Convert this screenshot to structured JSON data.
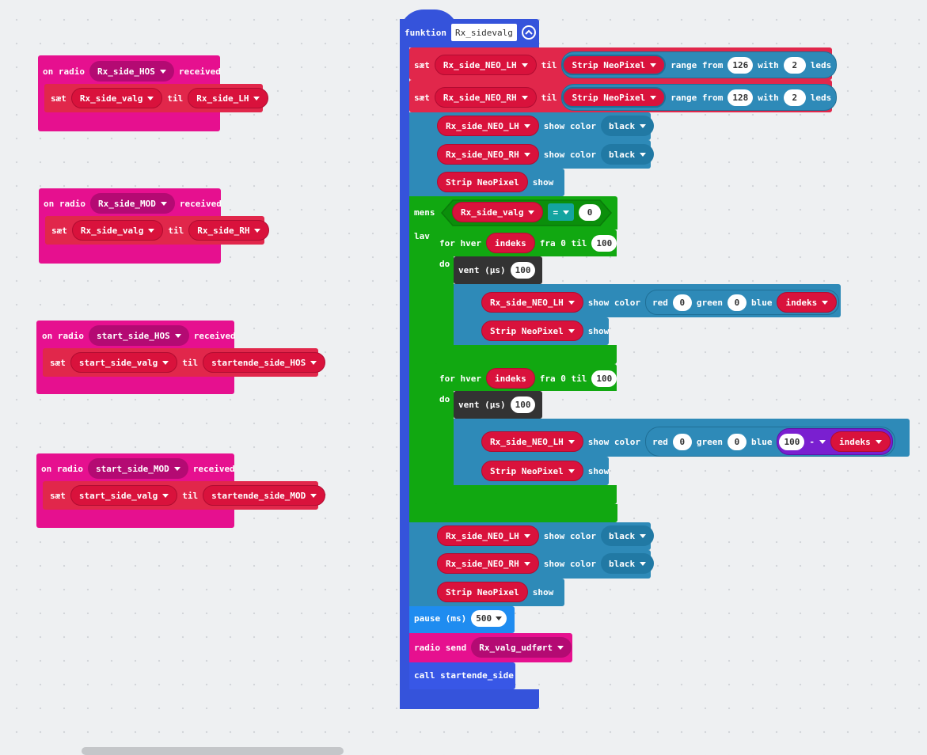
{
  "radio_blocks": [
    {
      "event_prefix": "on radio",
      "event_var": "Rx_side_HOS",
      "event_suffix": "received",
      "set_label": "sæt",
      "set_var": "Rx_side_valg",
      "to_label": "til",
      "value": "Rx_side_LH"
    },
    {
      "event_prefix": "on radio",
      "event_var": "Rx_side_MOD",
      "event_suffix": "received",
      "set_label": "sæt",
      "set_var": "Rx_side_valg",
      "to_label": "til",
      "value": "Rx_side_RH"
    },
    {
      "event_prefix": "on radio",
      "event_var": "start_side_HOS",
      "event_suffix": "received",
      "set_label": "sæt",
      "set_var": "start_side_valg",
      "to_label": "til",
      "value": "startende_side_HOS"
    },
    {
      "event_prefix": "on radio",
      "event_var": "start_side_MOD",
      "event_suffix": "received",
      "set_label": "sæt",
      "set_var": "start_side_valg",
      "to_label": "til",
      "value": "startende_side_MOD"
    }
  ],
  "func": {
    "label": "funktion",
    "name": "Rx_sidevalg",
    "set1": {
      "set_label": "sæt",
      "var": "Rx_side_NEO_LH",
      "to_label": "til",
      "strip": "Strip NeoPixel",
      "range_label": "range from",
      "from": "126",
      "with_label": "with",
      "count": "2",
      "leds_label": "leds"
    },
    "set2": {
      "set_label": "sæt",
      "var": "Rx_side_NEO_RH",
      "to_label": "til",
      "strip": "Strip NeoPixel",
      "range_label": "range from",
      "from": "128",
      "with_label": "with",
      "count": "2",
      "leds_label": "leds"
    },
    "show1": {
      "var": "Rx_side_NEO_LH",
      "label": "show color",
      "color": "black"
    },
    "show2": {
      "var": "Rx_side_NEO_RH",
      "label": "show color",
      "color": "black"
    },
    "show3": {
      "var": "Strip NeoPixel",
      "label": "show"
    },
    "while": {
      "label": "mens",
      "do_label": "lav",
      "var": "Rx_side_valg",
      "op": "=",
      "value": "0"
    },
    "loop1": {
      "for_label": "for hver",
      "var": "indeks",
      "from_label": "fra 0 til",
      "to": "100",
      "do_label": "do",
      "wait_label": "vent (µs)",
      "wait_value": "100",
      "color_var": "Rx_side_NEO_LH",
      "color_label": "show color",
      "red_label": "red",
      "red": "0",
      "green_label": "green",
      "green": "0",
      "blue_label": "blue",
      "blue_var": "indeks",
      "show_var": "Strip NeoPixel",
      "show_label": "show"
    },
    "loop2": {
      "for_label": "for hver",
      "var": "indeks",
      "from_label": "fra 0 til",
      "to": "100",
      "do_label": "do",
      "wait_label": "vent (µs)",
      "wait_value": "100",
      "color_var": "Rx_side_NEO_LH",
      "color_label": "show color",
      "red_label": "red",
      "red": "0",
      "green_label": "green",
      "green": "0",
      "blue_label": "blue",
      "blue_num": "100",
      "blue_op": "-",
      "blue_var": "indeks",
      "show_var": "Strip NeoPixel",
      "show_label": "show"
    },
    "show4": {
      "var": "Rx_side_NEO_LH",
      "label": "show color",
      "color": "black"
    },
    "show5": {
      "var": "Rx_side_NEO_RH",
      "label": "show color",
      "color": "black"
    },
    "show6": {
      "var": "Strip NeoPixel",
      "label": "show"
    },
    "pause": {
      "label": "pause (ms)",
      "value": "500"
    },
    "radio_send": {
      "label": "radio send",
      "value": "Rx_valg_udført"
    },
    "call": {
      "label": "call startende_side"
    }
  }
}
